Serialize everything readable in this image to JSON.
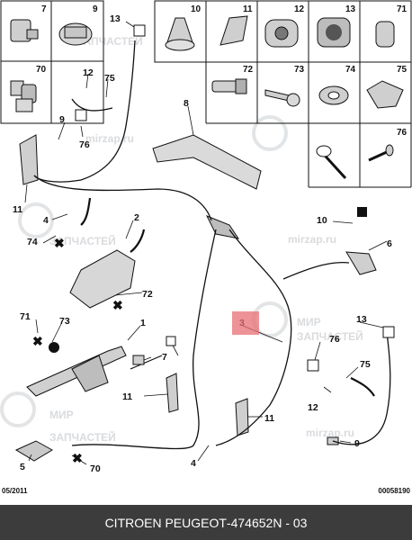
{
  "colors": {
    "highlight": "#e76f74",
    "footer_bg": "#3c3c3c",
    "line": "#111111",
    "part_fill": "#cfcfcf"
  },
  "date_code": "05/2011",
  "drawing_code": "00058190",
  "footer": {
    "brand": "CITROEN PEUGEOT",
    "separator": "-",
    "part_number": "474652",
    "page": "N - 03"
  },
  "highlighted_part": "3",
  "watermark": {
    "text_lines": [
      "МИР",
      "ЗАПЧАСТЕЙ"
    ],
    "domain": "mirzap.ru"
  },
  "grid_top_left": [
    "7",
    "9",
    "70"
  ],
  "grid_top_right": [
    "10",
    "11",
    "12",
    "13",
    "71",
    "72",
    "73",
    "74",
    "75",
    "76"
  ],
  "labels": {
    "p1": "1",
    "p2": "2",
    "p3": "3",
    "p4a": "4",
    "p4b": "4",
    "p5": "5",
    "p6": "6",
    "p7": "7",
    "p8": "8",
    "p9a": "9",
    "p9b": "9",
    "p10": "10",
    "p11a": "11",
    "p11b": "11",
    "p11c": "11",
    "p12a": "12",
    "p12b": "12",
    "p13a": "13",
    "p13b": "13",
    "p70": "70",
    "p71": "71",
    "p72": "72",
    "p73": "73",
    "p74": "74",
    "p75a": "75",
    "p75b": "75",
    "p76a": "76",
    "p76b": "76"
  }
}
